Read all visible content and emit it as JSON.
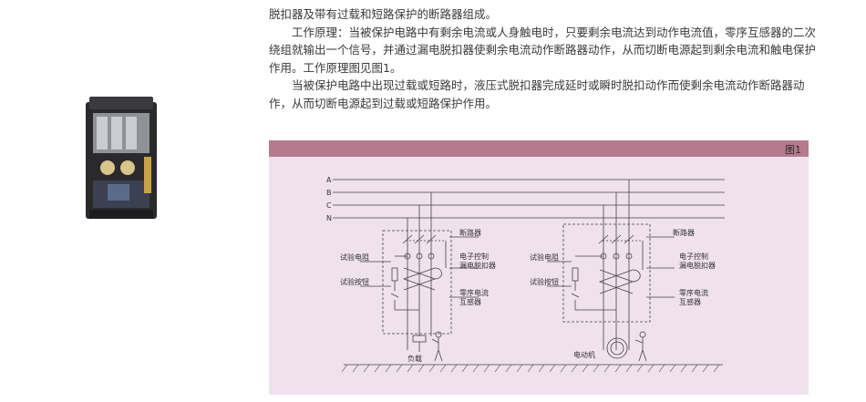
{
  "text": {
    "line1": "脱扣器及带有过载和短路保护的断路器组成。",
    "para2": "工作原理：当被保护电路中有剩余电流或人身触电时，只要剩余电流达到动作电流值，零序互感器的二次绕组就输出一个信号，并通过漏电脱扣器使剩余电流动作断路器动作，从而切断电源起到剩余电流和触电保护作用。工作原理图见图1。",
    "para3": "当被保护电路中出现过载或短路时，液压式脱扣器完成延时或瞬时脱扣动作而使剩余电流动作断路器动作，从而切断电源起到过载或短路保护作用。"
  },
  "figure": {
    "label": "图1",
    "header_color": "#b7798d",
    "bg_color": "#efe2ee",
    "lines": [
      "A",
      "B",
      "C",
      "N"
    ],
    "left": {
      "breaker": "断路器",
      "test_resistor": "试验电阻",
      "test_button": "试验按钮",
      "trip_line1": "电子控制",
      "trip_line2": "漏电脱扣器",
      "ct_line1": "零序电流",
      "ct_line2": "互感器",
      "load": "负载"
    },
    "right": {
      "breaker": "断路器",
      "test_resistor": "试验电阻",
      "test_button": "试验按钮",
      "trip_line1": "电子控制",
      "trip_line2": "漏电脱扣器",
      "ct_line1": "零序电流",
      "ct_line2": "互感器",
      "motor": "电动机"
    }
  }
}
